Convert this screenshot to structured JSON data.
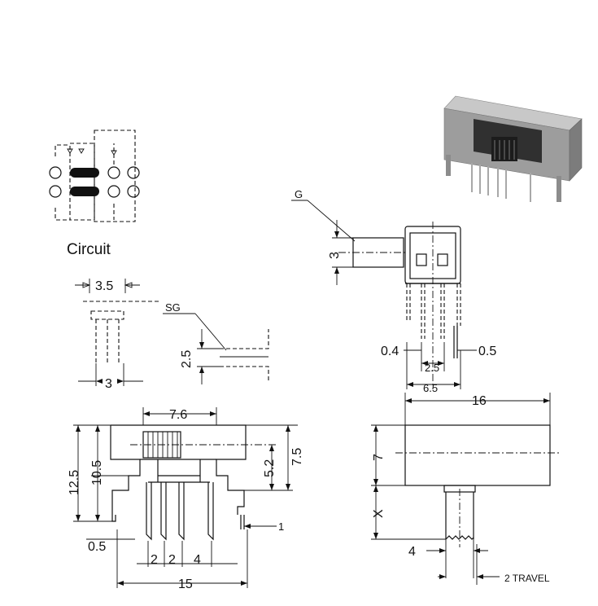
{
  "labels": {
    "circuit": "Circuit",
    "g": "G",
    "sg": "SG",
    "travel": "2 TRAVEL",
    "x": "X"
  },
  "dims": {
    "d3_5": "3.5",
    "d3": "3",
    "d2_5_left": "2.5",
    "d3_right": "3",
    "d0_4": "0.4",
    "d2_5_pins": "2.5",
    "d0_5_right": "0.5",
    "d6_5": "6.5",
    "d7_6": "7.6",
    "d12_5": "12.5",
    "d10_5": "10.5",
    "d5_2": "5.2",
    "d7_5": "7.5",
    "d0_5_left": "0.5",
    "d1": "1",
    "d2a": "2",
    "d2b": "2",
    "d4_front": "4",
    "d15": "15",
    "d16": "16",
    "d7": "7",
    "d4_act": "4"
  },
  "icons": {
    "photo": "slide-switch-photo",
    "schematic": "circuit-schematic"
  }
}
